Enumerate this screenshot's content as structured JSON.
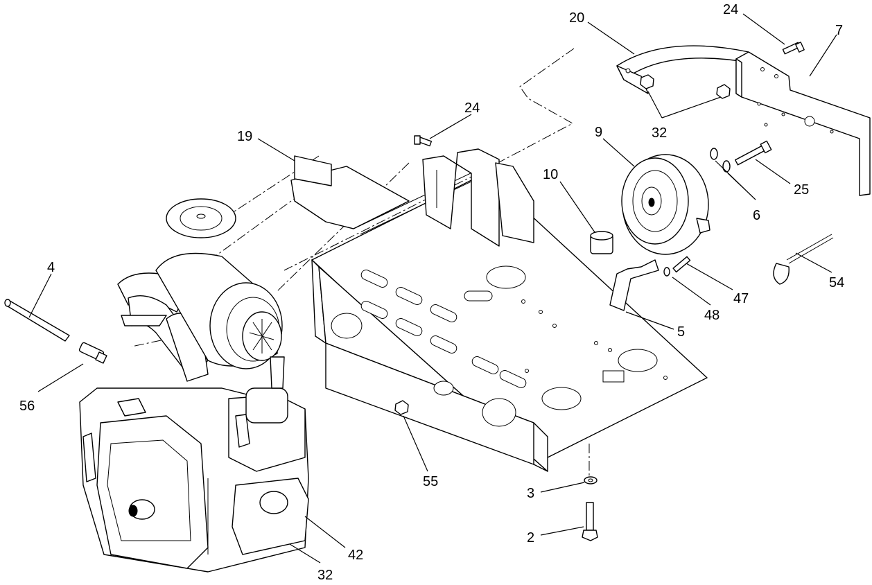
{
  "callouts": [
    {
      "id": "c20",
      "label": "20"
    },
    {
      "id": "c24a",
      "label": "24"
    },
    {
      "id": "c7",
      "label": "7"
    },
    {
      "id": "c32a",
      "label": "32"
    },
    {
      "id": "c24b",
      "label": "24"
    },
    {
      "id": "c19",
      "label": "19"
    },
    {
      "id": "c9",
      "label": "9"
    },
    {
      "id": "c10",
      "label": "10"
    },
    {
      "id": "c25",
      "label": "25"
    },
    {
      "id": "c6",
      "label": "6"
    },
    {
      "id": "c4",
      "label": "4"
    },
    {
      "id": "c54",
      "label": "54"
    },
    {
      "id": "c47",
      "label": "47"
    },
    {
      "id": "c48",
      "label": "48"
    },
    {
      "id": "c5",
      "label": "5"
    },
    {
      "id": "c56",
      "label": "56"
    },
    {
      "id": "c55",
      "label": "55"
    },
    {
      "id": "c3",
      "label": "3"
    },
    {
      "id": "c2",
      "label": "2"
    },
    {
      "id": "c42",
      "label": "42"
    },
    {
      "id": "c32b",
      "label": "32"
    }
  ]
}
